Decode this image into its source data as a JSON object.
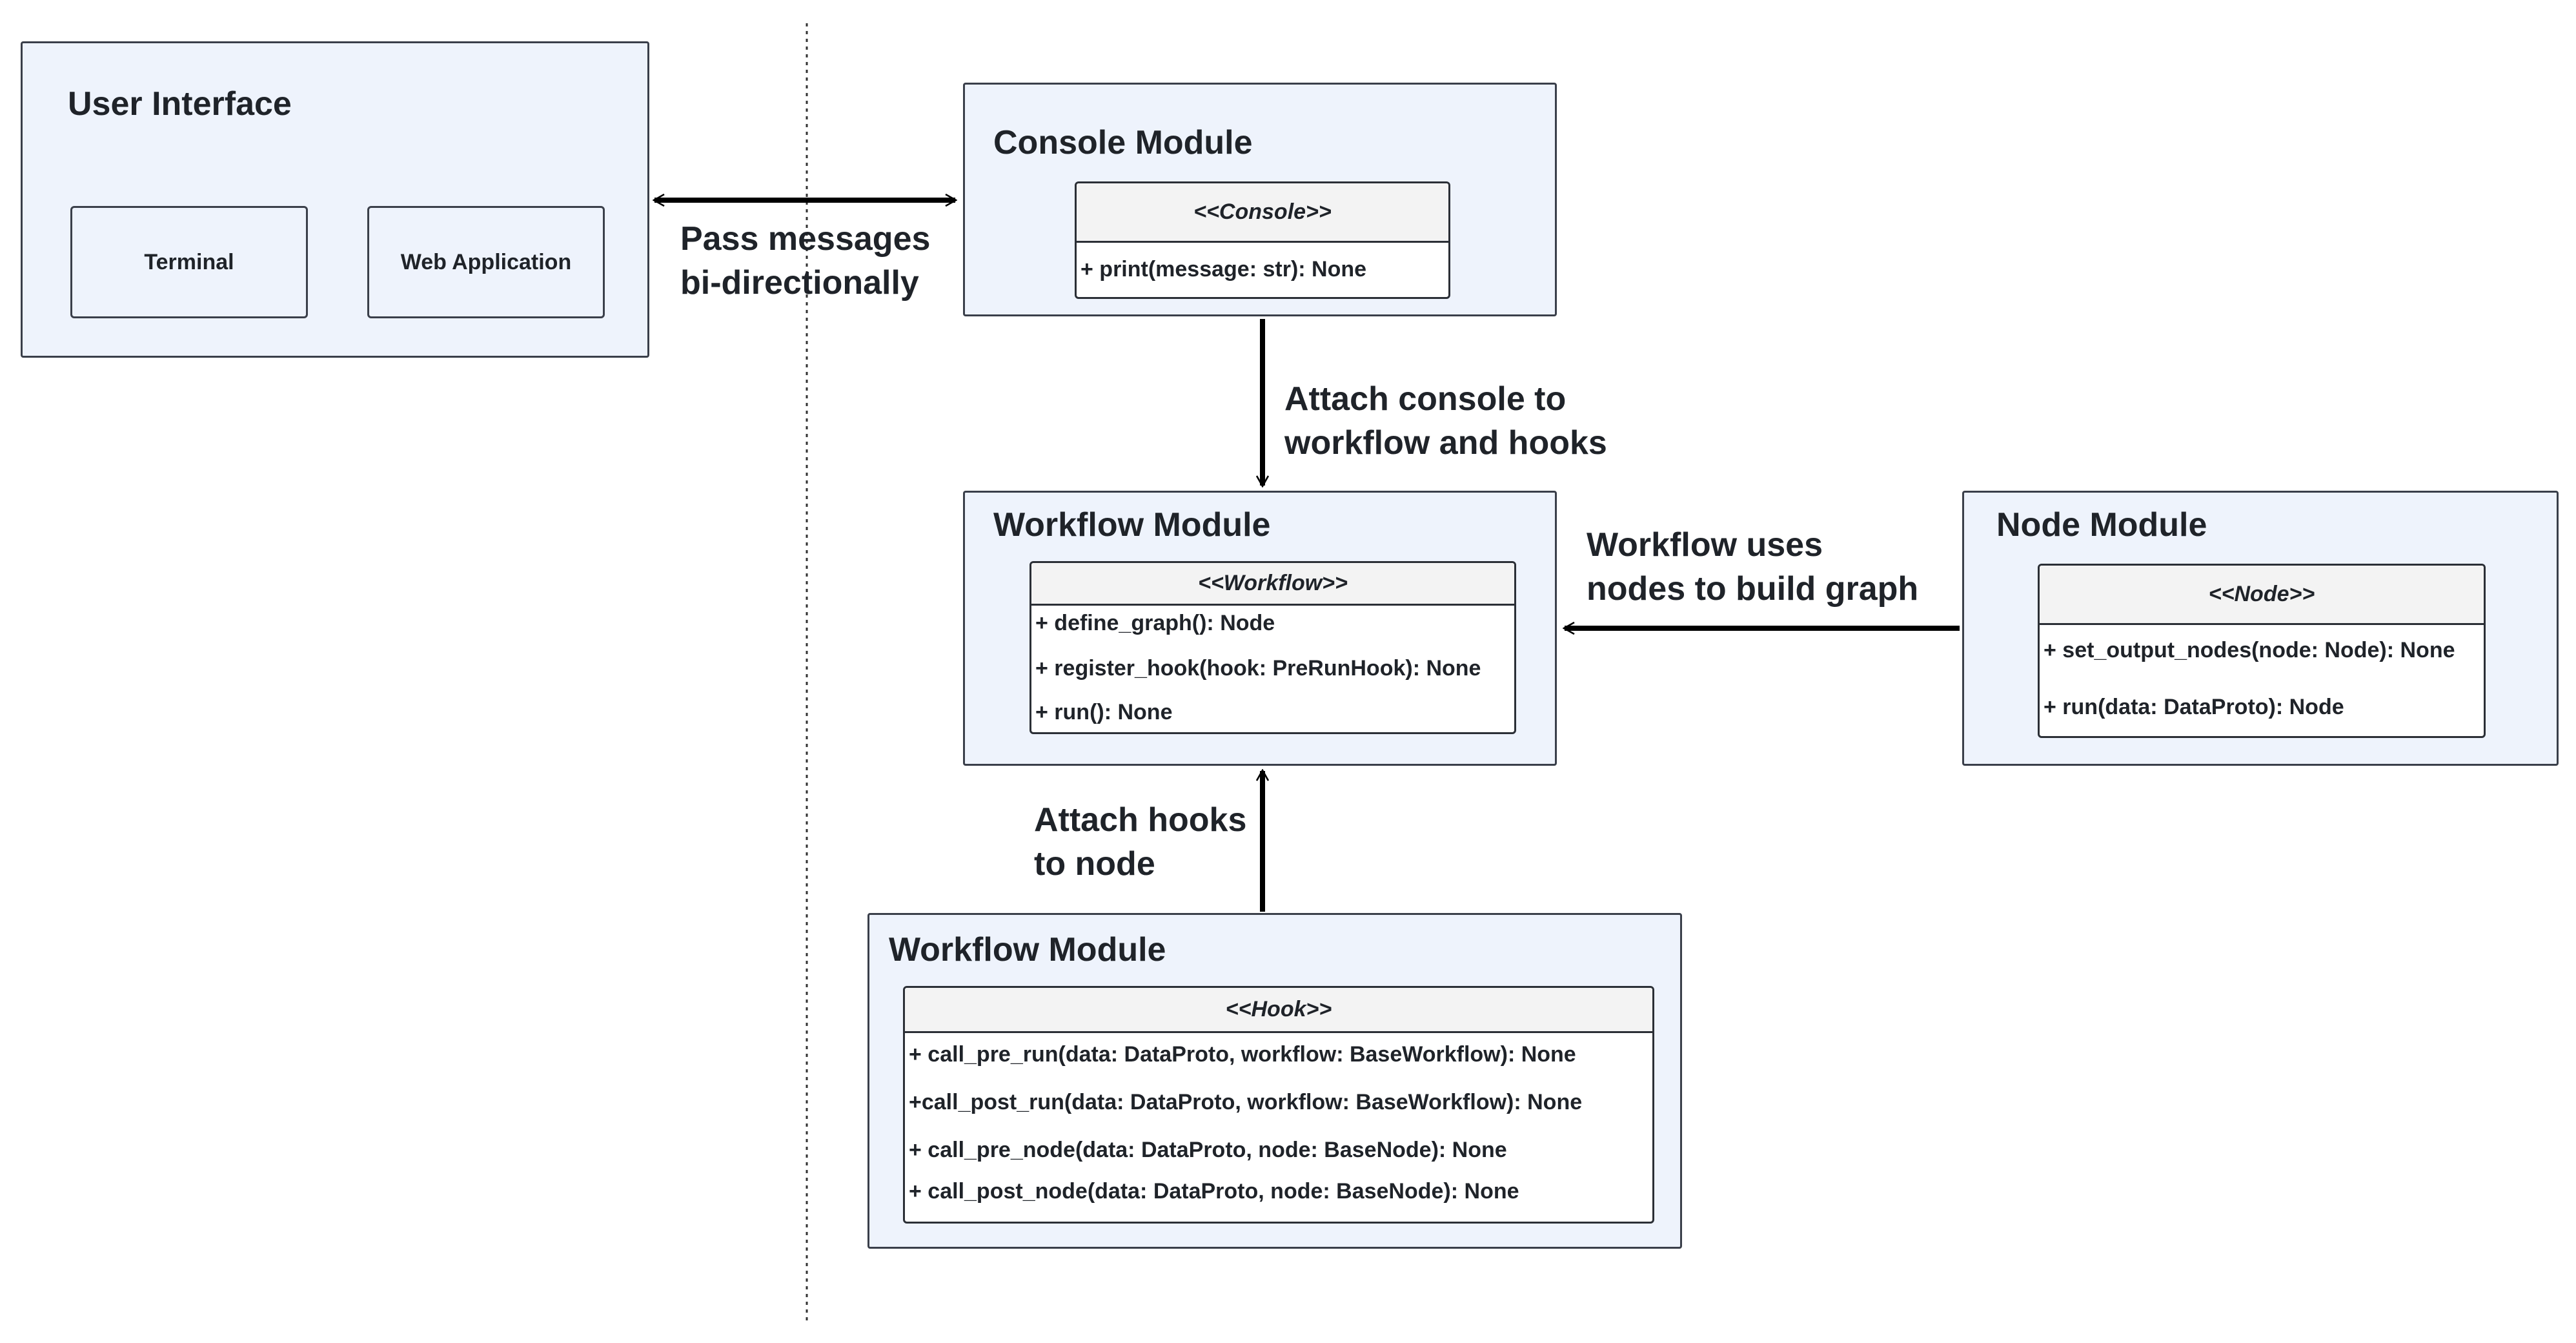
{
  "user_interface": {
    "title": "User Interface",
    "items": [
      "Terminal",
      "Web Application"
    ]
  },
  "console_module": {
    "title": "Console Module",
    "class_name": "<<Console>>",
    "methods": [
      "+ print(message: str): None"
    ]
  },
  "workflow_module": {
    "title": "Workflow Module",
    "class_name": "<<Workflow>>",
    "methods": [
      "+ define_graph(): Node",
      "+ register_hook(hook: PreRunHook): None",
      "+ run(): None"
    ]
  },
  "node_module": {
    "title": "Node Module",
    "class_name": "<<Node>>",
    "methods": [
      "+ set_output_nodes(node: Node): None",
      "+ run(data: DataProto): Node"
    ]
  },
  "hook_module": {
    "title": "Workflow Module",
    "class_name": "<<Hook>>",
    "methods": [
      "+ call_pre_run(data: DataProto, workflow: BaseWorkflow): None",
      "+call_post_run(data: DataProto, workflow: BaseWorkflow): None",
      "+ call_pre_node(data: DataProto, node: BaseNode): None",
      "+ call_post_node(data: DataProto, node: BaseNode): None"
    ]
  },
  "edges": {
    "ui_console": [
      "Pass messages",
      "bi-directionally"
    ],
    "console_workflow": [
      "Attach console to",
      "workflow and hooks"
    ],
    "node_workflow": [
      "Workflow uses",
      "nodes to build graph"
    ],
    "hook_workflow": [
      "Attach hooks",
      "to node"
    ]
  },
  "colors": {
    "module_fill": "#eef3fc",
    "border": "#3a3f4a",
    "arrow": "#000000",
    "text": "#1f2329"
  }
}
